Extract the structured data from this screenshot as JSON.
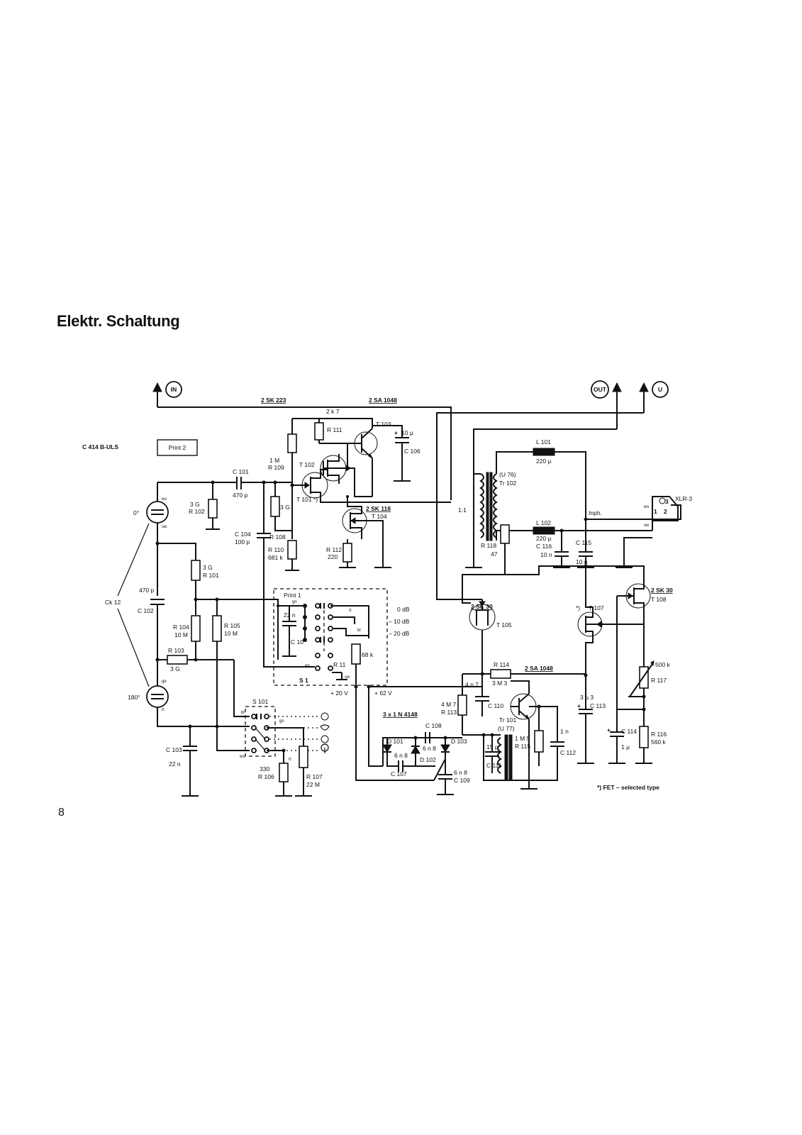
{
  "page": {
    "title": "Elektr. Schaltung",
    "number": "8"
  },
  "diagram": {
    "model": "C 414 B-ULS",
    "print_box": "Print 2",
    "terminals": {
      "in": "IN",
      "out": "OUT",
      "u": "U"
    },
    "labels": {
      "sk223": "2 SK 223",
      "sa1048_top": "2 SA 1048",
      "r2k7": "2 k 7",
      "r111": "R 111",
      "t103": "T 103",
      "c106_val": "10 µ",
      "c106": "C 106",
      "r1m": "1 M",
      "r109": "R 109",
      "t102": "T 102",
      "t101": "T 101 *)",
      "c101": "C 101",
      "c101_val": "470 p",
      "r102_val": "3 G",
      "r102": "R 102",
      "r108_val": "3 G",
      "r108": "R 108",
      "c104": "C 104",
      "c104_val": "100 p",
      "r110": "R 110",
      "r110_val": "681 k",
      "sk118": "2 SK 118",
      "t104": "T 104",
      "r112": "R 112",
      "r112_val": "220",
      "ratio": "1:1",
      "u76": "(U 76)",
      "tr102": "Tr 102",
      "l101": "L 101",
      "l101_val": "220 µ",
      "l102": "L 102",
      "l102_val": "220 µ",
      "c116": "C 116",
      "c116_val": "10 n",
      "c115": "C 115",
      "c115_val": "10 n",
      "inph": "Inph.",
      "xlr": "XLR-3",
      "pin3": "3",
      "pin1": "1",
      "pin2": "2",
      "r118": "R 118",
      "r118_val": "47",
      "deg0": "0°",
      "deg180": "180°",
      "ck12": "Ck 12",
      "r101_val": "3 G",
      "r101": "R 101",
      "c102_val": "470 p",
      "c102": "C 102",
      "r104": "R 104",
      "r104_val": "10 M",
      "r105": "R 105",
      "r105_val": "10 M",
      "r103": "R 103",
      "r103_val": "3 G",
      "print1": "Print 1",
      "c10_val": "22 n",
      "c10": "C 10",
      "r11": "R 11",
      "r11_val": "68 k",
      "s1": "S 1",
      "db0": "0 dB",
      "db10": "– 10 dB",
      "db20": "– 20 dB",
      "v20": "+ 20 V",
      "v62": "+ 62 V",
      "sk30_a": "2 SK 30",
      "t105": "T 105",
      "sk30_b": "2 SK 30",
      "t108": "T 108",
      "t107": "T 107",
      "star": "*)",
      "r117_val": "500 k",
      "r117": "R 117",
      "r114": "R 114",
      "r114_val": "3 M 3",
      "sa1048_low": "2 SA 1048",
      "c110_val": "4 n 7",
      "c110": "C 110",
      "r113_val": "4 M 7",
      "r113": "R 113",
      "tr101": "Tr 101",
      "u77": "(U 77)",
      "r115_val": "1 M 5",
      "r115": "R 115",
      "c112_val": "1 n",
      "c112": "C 112",
      "c113_val": "3 µ 3",
      "c113": "C 113",
      "c114": "C 114",
      "c114_val": "1 µ",
      "r116": "R 116",
      "r116_val": "560 k",
      "diodes": "3 x 1 N 4148",
      "d101": "D 101",
      "d102": "D 102",
      "d103": "D 103",
      "c108": "C 108",
      "c108_val": "6 n 8",
      "c107": "C 107",
      "c107_val": "6 n 8",
      "c109": "C 109",
      "c109_val": "6 n 8",
      "c111": "C 111",
      "c111_val": "15 p",
      "s101": "S 101",
      "c103": "C 103",
      "c103_val": "22 n",
      "r106": "R 106",
      "r106_val": "330",
      "r107": "R 107",
      "r107_val": "22 M",
      "fet_note": "*) FET – selected type"
    }
  }
}
